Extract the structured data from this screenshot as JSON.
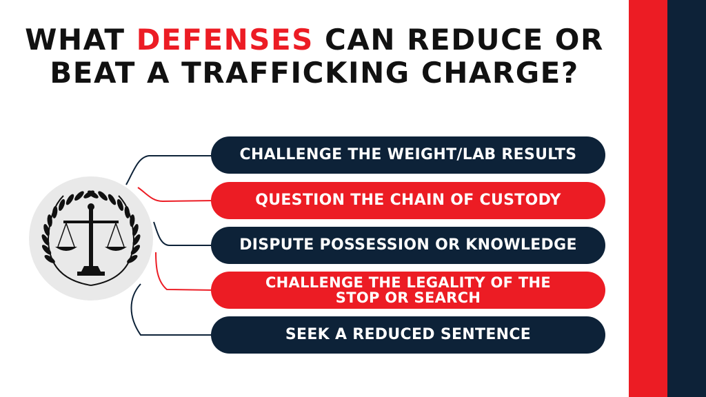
{
  "colors": {
    "accent": "#ec1c24",
    "navy": "#0d2238",
    "text": "#111111",
    "emblem_bg": "#e9e9e9"
  },
  "title": {
    "part1": "WHAT ",
    "highlight": "DEFENSES",
    "part2": " CAN REDUCE OR",
    "line2": "BEAT A TRAFFICKING CHARGE?"
  },
  "emblem": {
    "icon": "scales-of-justice-icon"
  },
  "defenses": [
    {
      "label": "CHALLENGE THE WEIGHT/LAB RESULTS",
      "style": "navy"
    },
    {
      "label": "QUESTION THE CHAIN OF CUSTODY",
      "style": "red"
    },
    {
      "label": "DISPUTE POSSESSION OR KNOWLEDGE",
      "style": "navy"
    },
    {
      "label_line1": "CHALLENGE THE LEGALITY OF THE",
      "label_line2": "STOP OR SEARCH",
      "style": "red"
    },
    {
      "label": "SEEK A REDUCED SENTENCE",
      "style": "navy"
    }
  ]
}
